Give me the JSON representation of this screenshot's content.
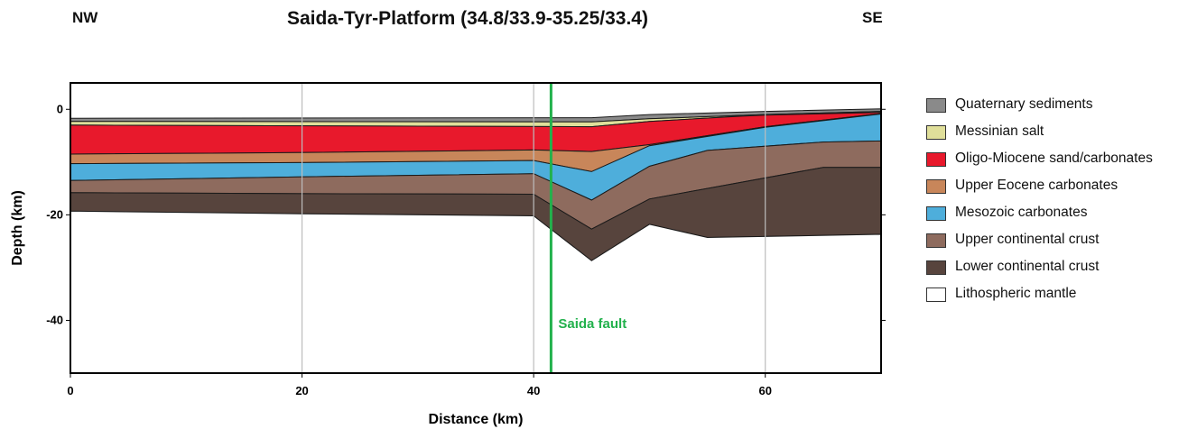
{
  "header": {
    "left_label": "NW",
    "title": "Saida-Tyr-Platform (34.8/33.9-35.25/33.4)",
    "right_label": "SE"
  },
  "chart_data": {
    "type": "area",
    "title": "Saida-Tyr-Platform (34.8/33.9-35.25/33.4)",
    "xlabel": "Distance (km)",
    "ylabel": "Depth (km)",
    "xlim": [
      0,
      70
    ],
    "ylim": [
      -50,
      5
    ],
    "x_ticks": [
      0,
      20,
      40,
      60
    ],
    "y_ticks": [
      0,
      -20,
      -40
    ],
    "x_tick_labels": [
      "0",
      "20",
      "40",
      "60"
    ],
    "y_tick_labels": [
      "0",
      "-20",
      "-40"
    ],
    "grid": true,
    "legend_position": "right",
    "annotation": {
      "label": "Saida fault",
      "x": 41.5,
      "color": "#22b14c"
    },
    "layers": [
      {
        "name": "Quaternary sediments",
        "color": "#8a8a8a",
        "top": [
          [
            0,
            -1.7
          ],
          [
            45,
            -1.6
          ],
          [
            50,
            -1.0
          ],
          [
            60,
            -0.4
          ],
          [
            70,
            0.1
          ]
        ],
        "bottom": [
          [
            0,
            -2.3
          ],
          [
            45,
            -2.4
          ],
          [
            50,
            -1.8
          ],
          [
            60,
            -1.0
          ],
          [
            70,
            -0.4
          ]
        ]
      },
      {
        "name": "Messinian salt",
        "color": "#e0df9a",
        "top": [
          [
            0,
            -2.3
          ],
          [
            45,
            -2.4
          ],
          [
            50,
            -1.8
          ],
          [
            60,
            -1.0
          ],
          [
            70,
            -0.4
          ]
        ],
        "bottom": [
          [
            0,
            -3.0
          ],
          [
            45,
            -3.3
          ],
          [
            50,
            -2.3
          ],
          [
            58,
            -1.3
          ],
          [
            60,
            -1.1
          ],
          [
            70,
            -0.6
          ]
        ]
      },
      {
        "name": "Oligo-Miocene sand/carbonates",
        "color": "#e8192c",
        "top": [
          [
            0,
            -3.0
          ],
          [
            45,
            -3.3
          ],
          [
            50,
            -2.3
          ],
          [
            58,
            -1.3
          ],
          [
            60,
            -1.1
          ],
          [
            70,
            -0.6
          ]
        ],
        "bottom": [
          [
            0,
            -8.5
          ],
          [
            20,
            -8.2
          ],
          [
            40,
            -7.7
          ],
          [
            45,
            -8.0
          ],
          [
            50,
            -6.7
          ],
          [
            60,
            -3.3
          ],
          [
            70,
            -0.8
          ]
        ]
      },
      {
        "name": "Upper Eocene carbonates",
        "color": "#c8865a",
        "top": [
          [
            0,
            -8.5
          ],
          [
            20,
            -8.2
          ],
          [
            40,
            -7.7
          ],
          [
            45,
            -8.0
          ],
          [
            50,
            -6.7
          ],
          [
            60,
            -3.3
          ],
          [
            70,
            -0.8
          ]
        ],
        "bottom": [
          [
            0,
            -10.3
          ],
          [
            20,
            -10.1
          ],
          [
            40,
            -9.7
          ],
          [
            45,
            -11.8
          ],
          [
            50,
            -6.9
          ],
          [
            60,
            -3.4
          ],
          [
            70,
            -0.9
          ]
        ]
      },
      {
        "name": "Mesozoic carbonates",
        "color": "#4eaedb",
        "top": [
          [
            0,
            -10.3
          ],
          [
            20,
            -10.1
          ],
          [
            40,
            -9.7
          ],
          [
            45,
            -11.8
          ],
          [
            50,
            -6.9
          ],
          [
            60,
            -3.4
          ],
          [
            70,
            -0.9
          ]
        ],
        "bottom": [
          [
            0,
            -13.5
          ],
          [
            20,
            -12.8
          ],
          [
            40,
            -12.2
          ],
          [
            45,
            -17.2
          ],
          [
            50,
            -10.8
          ],
          [
            55,
            -7.8
          ],
          [
            65,
            -6.2
          ],
          [
            70,
            -6.0
          ]
        ]
      },
      {
        "name": "Upper continental crust",
        "color": "#8e6b5e",
        "top": [
          [
            0,
            -13.5
          ],
          [
            20,
            -12.8
          ],
          [
            40,
            -12.2
          ],
          [
            45,
            -17.2
          ],
          [
            50,
            -10.8
          ],
          [
            55,
            -7.8
          ],
          [
            65,
            -6.2
          ],
          [
            70,
            -6.0
          ]
        ],
        "bottom": [
          [
            0,
            -15.8
          ],
          [
            20,
            -16.0
          ],
          [
            40,
            -16.1
          ],
          [
            45,
            -22.7
          ],
          [
            50,
            -17.0
          ],
          [
            55,
            -15.0
          ],
          [
            65,
            -11.0
          ],
          [
            70,
            -11.0
          ]
        ]
      },
      {
        "name": "Lower continental crust",
        "color": "#57443d",
        "top": [
          [
            0,
            -15.8
          ],
          [
            20,
            -16.0
          ],
          [
            40,
            -16.1
          ],
          [
            45,
            -22.7
          ],
          [
            50,
            -17.0
          ],
          [
            55,
            -15.0
          ],
          [
            65,
            -11.0
          ],
          [
            70,
            -11.0
          ]
        ],
        "bottom": [
          [
            0,
            -19.3
          ],
          [
            20,
            -19.8
          ],
          [
            40,
            -20.2
          ],
          [
            45,
            -28.7
          ],
          [
            50,
            -21.8
          ],
          [
            55,
            -24.3
          ],
          [
            70,
            -23.7
          ]
        ]
      },
      {
        "name": "Lithospheric mantle",
        "color": "#ffffff",
        "top": [
          [
            0,
            -19.3
          ],
          [
            20,
            -19.8
          ],
          [
            40,
            -20.2
          ],
          [
            45,
            -28.7
          ],
          [
            50,
            -21.8
          ],
          [
            55,
            -24.3
          ],
          [
            70,
            -23.7
          ]
        ],
        "bottom": [
          [
            0,
            -50
          ],
          [
            70,
            -50
          ]
        ]
      }
    ]
  },
  "legend": {
    "items": [
      {
        "label": "Quaternary sediments",
        "color": "#8a8a8a"
      },
      {
        "label": "Messinian salt",
        "color": "#e0df9a"
      },
      {
        "label": "Oligo-Miocene sand/carbonates",
        "color": "#e8192c"
      },
      {
        "label": "Upper Eocene carbonates",
        "color": "#c8865a"
      },
      {
        "label": "Mesozoic carbonates",
        "color": "#4eaedb"
      },
      {
        "label": "Upper continental crust",
        "color": "#8e6b5e"
      },
      {
        "label": "Lower continental crust",
        "color": "#57443d"
      },
      {
        "label": "Lithospheric mantle",
        "color": "#ffffff"
      }
    ]
  }
}
